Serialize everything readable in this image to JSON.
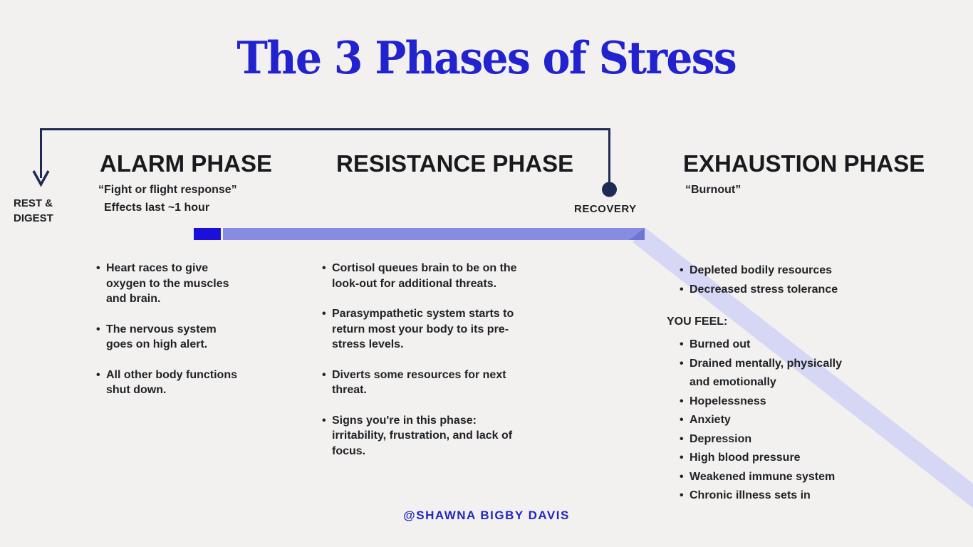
{
  "bullet_char": "•",
  "title": "The 3 Phases of Stress",
  "footer": "@SHAWNA BIGBY DAVIS",
  "bracket": {
    "rest_digest_line1": "REST &",
    "rest_digest_line2": "DIGEST",
    "recovery": "RECOVERY"
  },
  "phases": {
    "alarm": {
      "heading": "ALARM PHASE",
      "subtitle1": "“Fight or flight response”",
      "subtitle2": "Effects last ~1 hour",
      "bullets": [
        "Heart races to give oxygen to the muscles and brain.",
        "The nervous system goes on high alert.",
        "All other body functions shut down."
      ]
    },
    "resistance": {
      "heading": "RESISTANCE PHASE",
      "bullets": [
        "Cortisol queues brain to be on the look-out for additional threats.",
        "Parasympathetic system starts to return most your body to its pre-stress levels.",
        "Diverts some resources for next threat.",
        "Signs you're in this phase: irritability, frustration, and lack of focus."
      ]
    },
    "exhaustion": {
      "heading": "EXHAUSTION PHASE",
      "subtitle1": "“Burnout”",
      "bullets": [
        "Depleted bodily resources",
        "Decreased stress tolerance"
      ],
      "you_feel_label": "YOU FEEL:",
      "you_feel": [
        "Burned out",
        "Drained mentally, physically and emotionally",
        "Hopelessness",
        "Anxiety",
        "Depression",
        "High blood pressure",
        "Weakened immune system",
        "Chronic illness sets in"
      ]
    }
  },
  "colors": {
    "background": "#f2f1ef",
    "title_blue": "#2222cf",
    "navy_line": "#1d2b52",
    "bar_dark_blue": "#1b10da",
    "bar_periwinkle": "#878ce2",
    "bar_fold": "#6d74d4",
    "band_light": "#d6d7f4",
    "text_dark": "#1f2125",
    "footer_blue": "#2427be"
  }
}
